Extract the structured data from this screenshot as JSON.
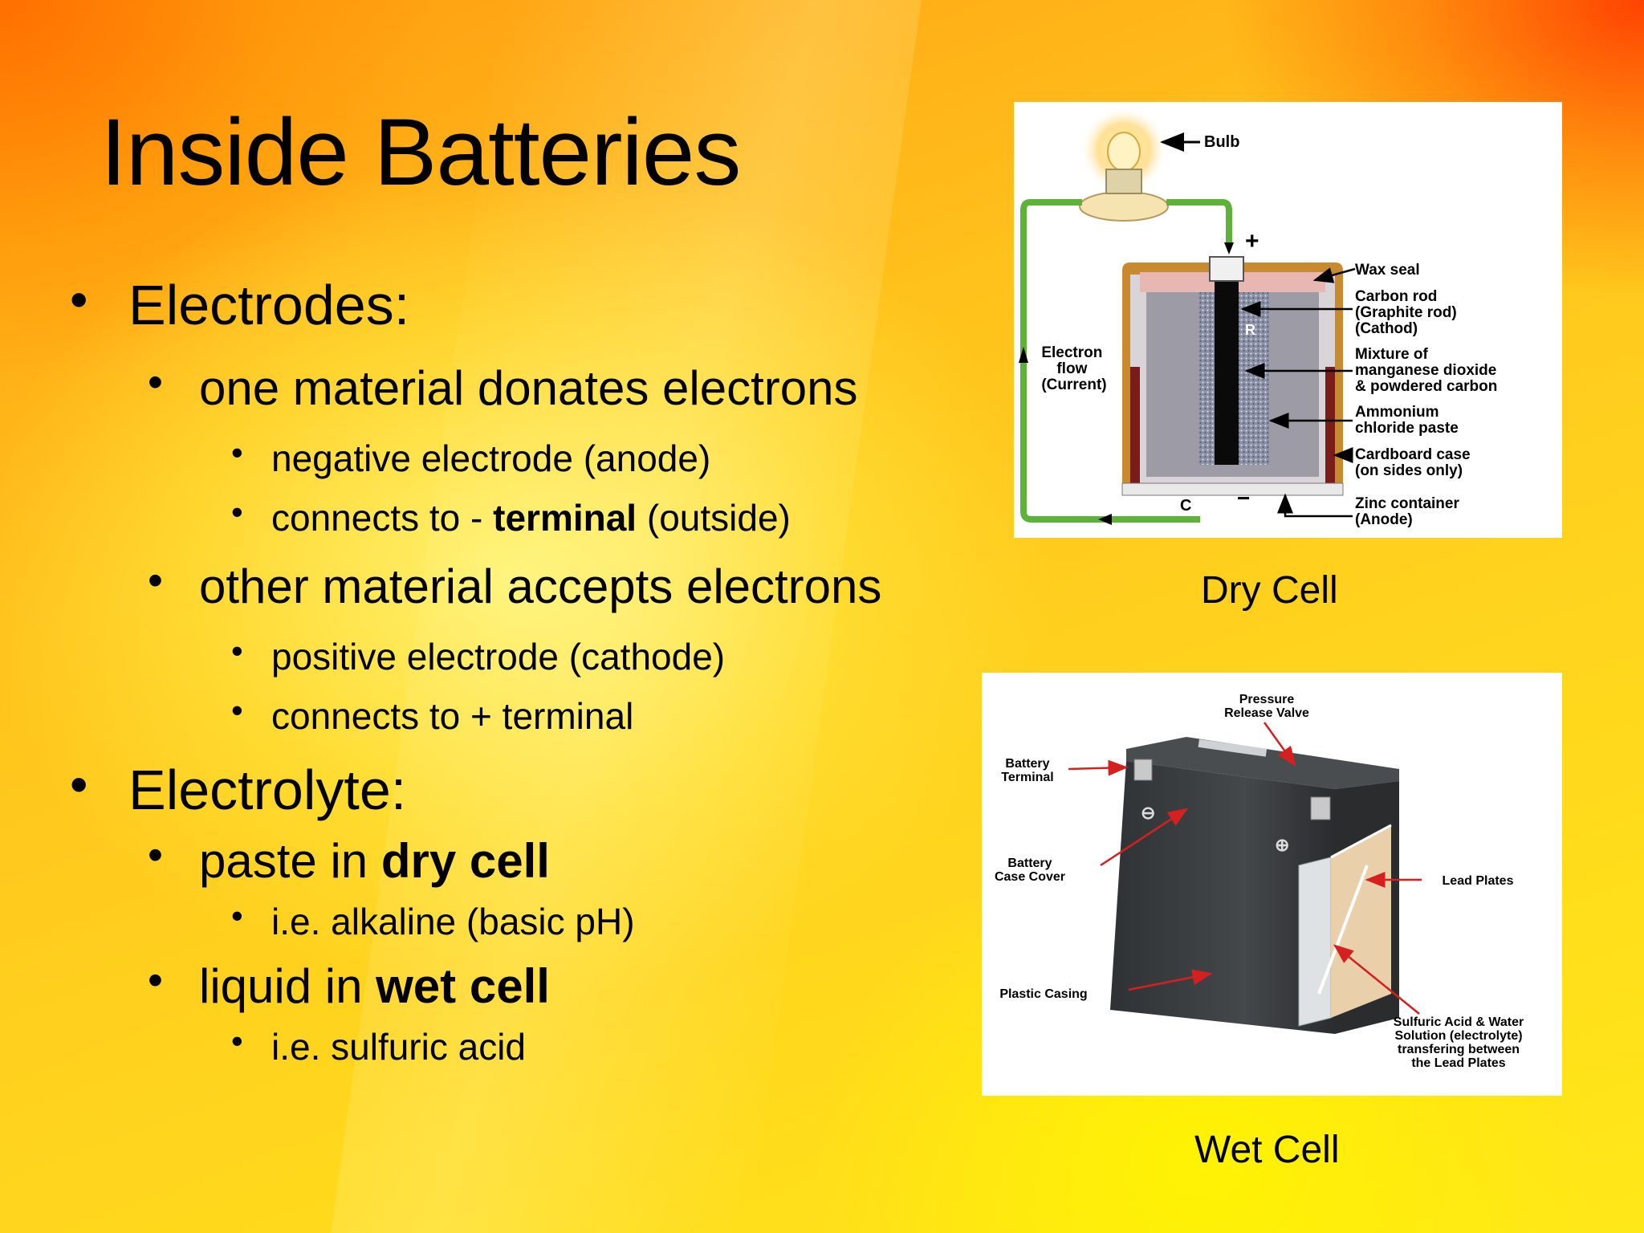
{
  "slide": {
    "title": "Inside Batteries",
    "bullets": {
      "electrodes": "Electrodes:",
      "donates": "one material donates electrons",
      "negative": "negative electrode (anode)",
      "connects_neg_pre": "connects to - ",
      "connects_neg_bold": "terminal",
      "connects_neg_post": " (outside)",
      "accepts": "other material accepts electrons",
      "positive": "positive electrode (cathode)",
      "connects_pos": "connects to + terminal",
      "electrolyte": "Electrolyte:",
      "paste_pre": "paste in ",
      "paste_bold": "dry cell",
      "alkaline": "i.e. alkaline (basic pH)",
      "liquid_pre": "liquid in ",
      "liquid_bold": "wet cell",
      "sulfuric": "i.e. sulfuric acid"
    },
    "captions": {
      "dry": "Dry Cell",
      "wet": "Wet Cell"
    }
  },
  "dry_cell_diagram": {
    "bulb": "Bulb",
    "plus": "+",
    "minus": "−",
    "r": "R",
    "c": "C",
    "electron_flow": [
      "Electron",
      "flow",
      "(Current)"
    ],
    "wax_seal": "Wax seal",
    "carbon_rod": [
      "Carbon rod",
      "(Graphite rod)",
      "(Cathod)"
    ],
    "mixture": [
      "Mixture of",
      "manganese dioxide",
      "& powdered carbon"
    ],
    "ammonium": [
      "Ammonium",
      "chloride paste"
    ],
    "cardboard": [
      "Cardboard case",
      "(on sides only)"
    ],
    "zinc": [
      "Zinc container",
      "(Anode)"
    ]
  },
  "wet_cell_diagram": {
    "pressure": [
      "Pressure",
      "Release Valve"
    ],
    "terminal": [
      "Battery",
      "Terminal"
    ],
    "case_cover": [
      "Battery",
      "Case Cover"
    ],
    "lead_plates": "Lead Plates",
    "plastic": "Plastic Casing",
    "acid": [
      "Sulfuric Acid & Water",
      "Solution (electrolyte)",
      "transfering between",
      "the Lead Plates"
    ],
    "neg": "⊖",
    "pos": "⊕"
  },
  "colors": {
    "wire": "#5db33a",
    "arrow": "#d62020"
  }
}
